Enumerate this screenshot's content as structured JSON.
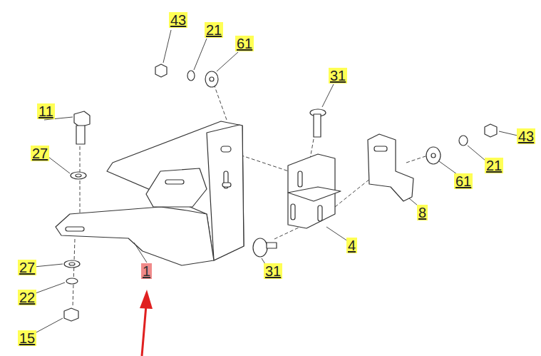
{
  "diagram": {
    "labels": [
      "43",
      "21",
      "61",
      "31",
      "11",
      "43",
      "21",
      "27",
      "61",
      "8",
      "4",
      "1",
      "31",
      "27",
      "22",
      "15"
    ]
  }
}
